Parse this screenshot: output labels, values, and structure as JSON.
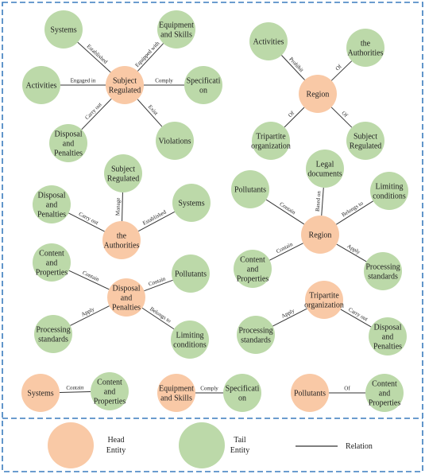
{
  "colors": {
    "head": "#f9c9a6",
    "tail": "#bcd9a9",
    "border": "#3a7bbd",
    "edge": "#333333"
  },
  "legend": {
    "head": "Head Entity",
    "tail": "Tail Entity",
    "relation": "Relation"
  },
  "graphs": [
    {
      "center": "Subject Regulated",
      "links": [
        {
          "tail": "Systems",
          "relation": "Established"
        },
        {
          "tail": "Equipment and Skills",
          "relation": "Equipped with"
        },
        {
          "tail": "Activities",
          "relation": "Engaged in"
        },
        {
          "tail": "Specification",
          "relation": "Comply"
        },
        {
          "tail": "Disposal and Penalties",
          "relation": "Carry out"
        },
        {
          "tail": "Violations",
          "relation": "Exist"
        }
      ]
    },
    {
      "center": "Region",
      "links": [
        {
          "tail": "Activities",
          "relation": "Prohibit"
        },
        {
          "tail": "the Authorities",
          "relation": "Of"
        },
        {
          "tail": "Tripartite organization",
          "relation": "Of"
        },
        {
          "tail": "Subject Regulated",
          "relation": "Of"
        }
      ]
    },
    {
      "center": "the Authorities",
      "links": [
        {
          "tail": "Subject Regulated",
          "relation": "Manage"
        },
        {
          "tail": "Disposal and Penalties",
          "relation": "Carry out"
        },
        {
          "tail": "Systems",
          "relation": "Established"
        }
      ]
    },
    {
      "center": "Region",
      "links": [
        {
          "tail": "Legal documents",
          "relation": "Based on"
        },
        {
          "tail": "Pollutants",
          "relation": "Contain"
        },
        {
          "tail": "Limiting conditions",
          "relation": "Belongs to"
        },
        {
          "tail": "Content and Properties",
          "relation": "Contain"
        },
        {
          "tail": "Processing standards",
          "relation": "Apply"
        }
      ]
    },
    {
      "center": "Disposal and Penalties",
      "links": [
        {
          "tail": "Content and Properties",
          "relation": "Contain"
        },
        {
          "tail": "Pollutants",
          "relation": "Contain"
        },
        {
          "tail": "Processing standards",
          "relation": "Apply"
        },
        {
          "tail": "Limiting conditions",
          "relation": "Belongs to"
        }
      ]
    },
    {
      "center": "Tripartite organization",
      "links": [
        {
          "tail": "Processing standards",
          "relation": "Apply"
        },
        {
          "tail": "Disposal and Penalties",
          "relation": "Carry out"
        }
      ]
    },
    {
      "center": "Systems",
      "links": [
        {
          "tail": "Content and Properties",
          "relation": "Contain"
        }
      ]
    },
    {
      "center": "Equipment and Skills",
      "links": [
        {
          "tail": "Specification",
          "relation": "Comply"
        }
      ]
    },
    {
      "center": "Pollutants",
      "links": [
        {
          "tail": "Content and Properties",
          "relation": "Of"
        }
      ]
    }
  ]
}
